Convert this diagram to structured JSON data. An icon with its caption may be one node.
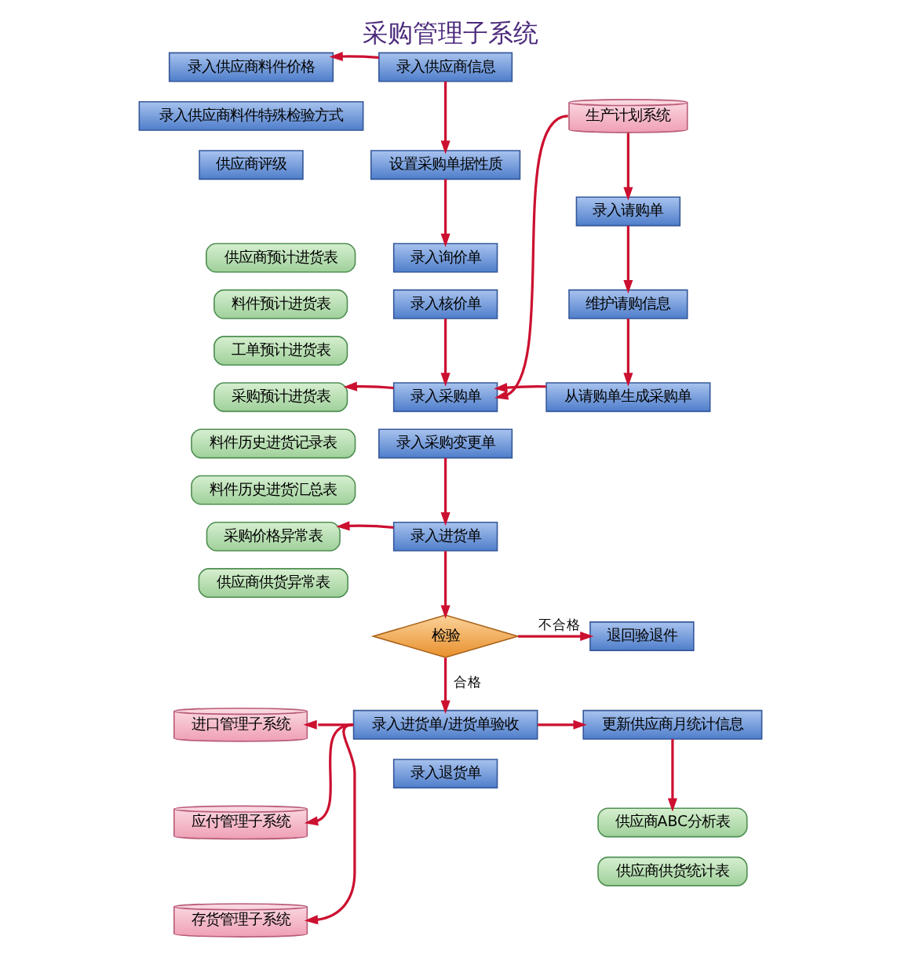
{
  "diagram": {
    "title": "采购管理子系统",
    "nodes": [
      {
        "text": [
          "录入供应商料件价格"
        ]
      },
      {
        "text": [
          "录入供应商料件特殊检验方式"
        ]
      },
      {
        "text": [
          "供应商评级"
        ]
      },
      {
        "text": [
          "录入供应商信息"
        ]
      },
      {
        "text": [
          "设置采购单据性质"
        ]
      },
      {
        "text": [
          "生产计划系统"
        ]
      },
      {
        "text": [
          "录入请购单"
        ]
      },
      {
        "text": [
          "录入询价单"
        ]
      },
      {
        "text": [
          "录入核价单"
        ]
      },
      {
        "text": [
          "维护请购信息"
        ]
      },
      {
        "text": [
          "供应商预计进货表"
        ]
      },
      {
        "text": [
          "料件预计进货表"
        ]
      },
      {
        "text": [
          "工单预计进货表"
        ]
      },
      {
        "text": [
          "采购预计进货表"
        ]
      },
      {
        "text": [
          "录入采购单"
        ]
      },
      {
        "text": [
          "从请购单生成采购单"
        ]
      },
      {
        "text": [
          "录入采购变更单"
        ]
      },
      {
        "text": [
          "料件历史进货记录表"
        ]
      },
      {
        "text": [
          "料件历史进货汇总表"
        ]
      },
      {
        "text": [
          "采购价格异常表"
        ]
      },
      {
        "text": [
          "供应商供货异常表"
        ]
      },
      {
        "text": [
          "录入进货单"
        ]
      },
      {
        "text": [
          "检验"
        ]
      },
      {
        "text": [
          "退回验退件"
        ]
      },
      {
        "text": [
          "进口管理子系统"
        ]
      },
      {
        "text": [
          "录入进货单/进货单验收"
        ]
      },
      {
        "text": [
          "更新供应商月统计信息"
        ]
      },
      {
        "text": [
          "应付管理子系统"
        ]
      },
      {
        "text": [
          "录入退货单"
        ]
      },
      {
        "text": [
          "存货管理子系统"
        ]
      },
      {
        "text": [
          "供应商ABC分析表"
        ]
      },
      {
        "text": [
          "供应商供货统计表"
        ]
      }
    ],
    "edges": [
      {
        "from": 3,
        "to": 0,
        "arrow": "to"
      },
      {
        "from": 3,
        "to": 4,
        "arrow": "to"
      },
      {
        "from": 4,
        "to": 7,
        "arrow": "to"
      },
      {
        "from": 8,
        "to": 14,
        "arrow": "to"
      },
      {
        "from": 5,
        "to": 6,
        "arrow": "to"
      },
      {
        "from": 6,
        "to": 9,
        "arrow": "to"
      },
      {
        "from": 9,
        "to": 15,
        "arrow": "to"
      },
      {
        "from": 5,
        "to": 14,
        "arrow": "to"
      },
      {
        "from": 15,
        "to": 14,
        "arrow": "to"
      },
      {
        "from": 14,
        "to": 13,
        "arrow": "to"
      },
      {
        "from": 16,
        "to": 21,
        "arrow": "to"
      },
      {
        "from": 21,
        "to": 19,
        "arrow": "to"
      },
      {
        "from": 21,
        "to": 22,
        "arrow": "to"
      },
      {
        "from": 22,
        "to": 23,
        "label": "不合格",
        "arrow": "to"
      },
      {
        "from": 22,
        "to": 25,
        "label": "合格",
        "arrow": "to"
      },
      {
        "from": 25,
        "to": 24,
        "arrow": "to"
      },
      {
        "from": 25,
        "to": 27,
        "arrow": "to"
      },
      {
        "from": 25,
        "to": 29,
        "arrow": "to"
      },
      {
        "from": 25,
        "to": 26,
        "arrow": "to"
      },
      {
        "from": 26,
        "to": 30,
        "arrow": "to"
      }
    ]
  }
}
